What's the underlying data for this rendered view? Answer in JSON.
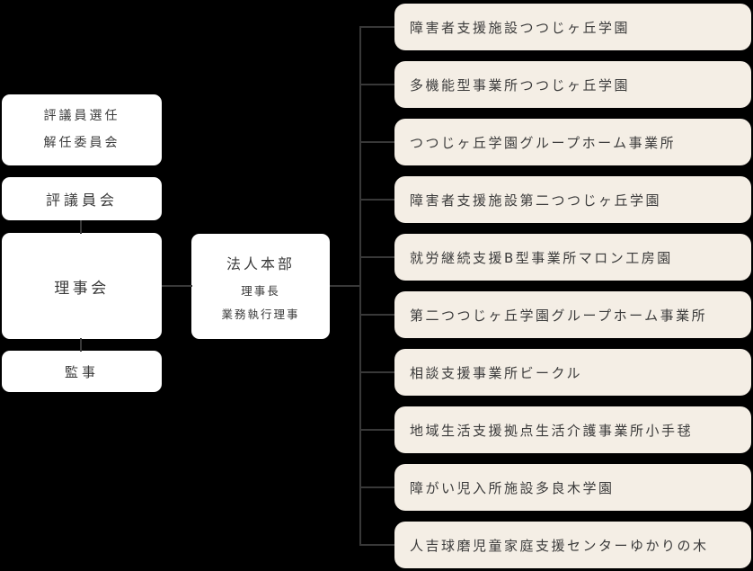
{
  "colors": {
    "background": "#000000",
    "left_box_bg": "#ffffff",
    "unit_box_bg": "#f4eee5",
    "text": "#3b3b3b",
    "connector": "#383838"
  },
  "governance": {
    "selection_committee_line1": "評議員選任",
    "selection_committee_line2": "解任委員会",
    "council": "評議員会",
    "board": "理事会",
    "auditor": "監事"
  },
  "headquarters": {
    "name": "法人本部",
    "role1": "理事長",
    "role2": "業務執行理事"
  },
  "org_units": [
    {
      "label": "障害者支援施設つつじヶ丘学園"
    },
    {
      "label": "多機能型事業所つつじヶ丘学園"
    },
    {
      "label": "つつじヶ丘学園グループホーム事業所"
    },
    {
      "label": "障害者支援施設第二つつじヶ丘学園"
    },
    {
      "label": "就労継続支援B型事業所マロン工房園"
    },
    {
      "label": "第二つつじヶ丘学園グループホーム事業所"
    },
    {
      "label": "相談支援事業所ビークル"
    },
    {
      "label": "地域生活支援拠点生活介護事業所小手毬"
    },
    {
      "label": "障がい児入所施設多良木学園"
    },
    {
      "label": "人吉球磨児童家庭支援センターゆかりの木"
    }
  ]
}
